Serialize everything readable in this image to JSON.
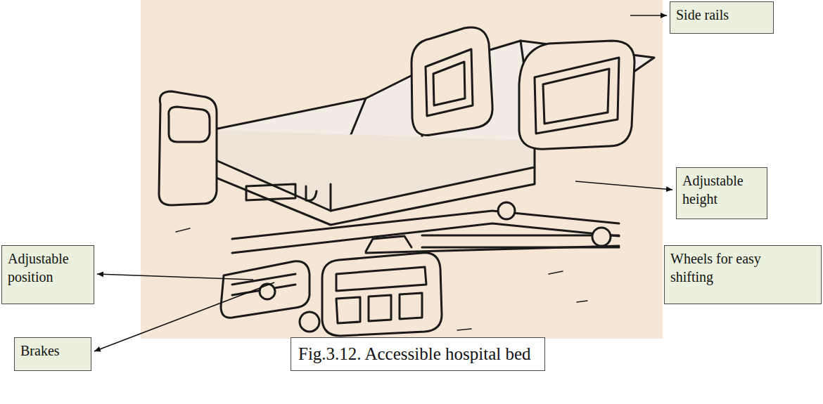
{
  "diagram": {
    "caption": "Fig.3.12. Accessible hospital bed",
    "nodes": [
      {
        "text": [
          "Side rails"
        ]
      },
      {
        "text": [
          "Adjustable height"
        ]
      },
      {
        "text": [
          "Adjustable position"
        ]
      },
      {
        "text": [
          "Wheels for easy shifting"
        ]
      },
      {
        "text": [
          "Brakes"
        ]
      }
    ]
  }
}
